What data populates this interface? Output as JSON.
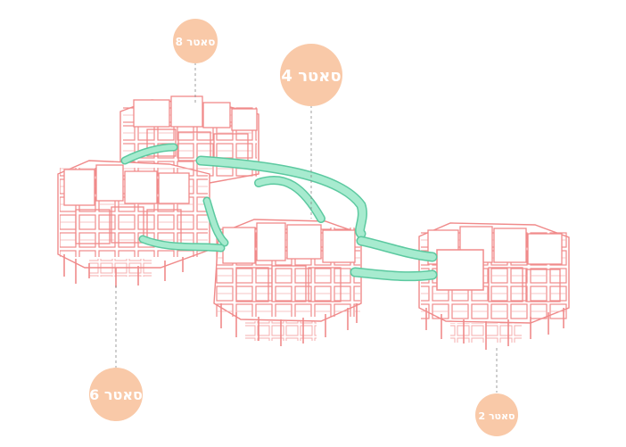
{
  "labels": {
    "satellite_8": "8 סאטר",
    "satellite_4": "4 סאטר",
    "satellite_6": "6 סאטר",
    "satellite_2": "2 סאטר"
  },
  "colors": {
    "structure_line": "#f08a8a",
    "structure_fill": "#fff5f5",
    "bridge": "#8fe0c0",
    "bridge_edge": "#5cc9a0",
    "badge_fill": "#f9c9a8",
    "leader_line": "#888888"
  }
}
